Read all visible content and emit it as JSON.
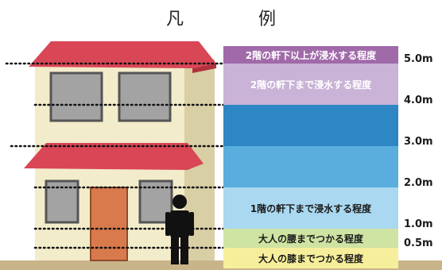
{
  "title": "凡　例",
  "bands": [
    {
      "label": "2階の軒下以上が浸水する程度",
      "color": "#a06aa9",
      "text_color": "#ffffff"
    },
    {
      "label": "2階の軒下まで浸水する程度",
      "color": "#c9b3d6",
      "text_color": "#ffffff"
    },
    {
      "label": "",
      "color": "#2f86c4",
      "text_color": "#ffffff"
    },
    {
      "label": "",
      "color": "#5aaede",
      "text_color": "#ffffff"
    },
    {
      "label": "1階の軒下まで浸水する程度",
      "color": "#a9d8f0",
      "text_color": "#1a1a1a"
    },
    {
      "label": "大人の腰までつかる程度",
      "color": "#cfe3a3",
      "text_color": "#1a1a1a"
    },
    {
      "label": "大人の膝までつかる程度",
      "color": "#f7ee9b",
      "text_color": "#1a1a1a"
    }
  ],
  "levels": [
    "5.0m",
    "4.0m",
    "3.0m",
    "2.0m",
    "1.0m",
    "0.5m"
  ]
}
